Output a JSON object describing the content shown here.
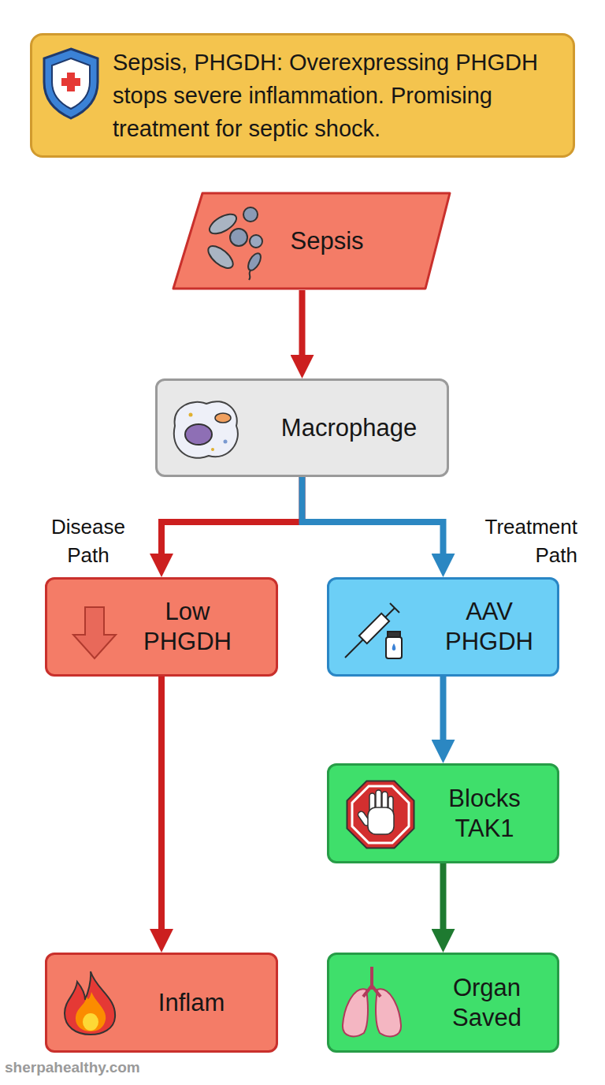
{
  "diagram": {
    "title": "Sepsis, PHGDH: Overexpressing PHGDH stops severe inflammation. Promising treatment for septic shock.",
    "nodes": [
      {
        "text": [
          "Sepsis"
        ]
      },
      {
        "text": [
          "Macrophage"
        ]
      },
      {
        "text": [
          "Low PHGDH"
        ]
      },
      {
        "text": [
          "AAV PHGDH"
        ]
      },
      {
        "text": [
          "Blocks TAK1"
        ]
      },
      {
        "text": [
          "Inflam"
        ]
      },
      {
        "text": [
          "Organ Saved"
        ]
      }
    ],
    "edges": [
      {
        "from": 0,
        "to": 1,
        "arrow": "to"
      },
      {
        "from": 1,
        "to": 2,
        "label": "Disease Path",
        "arrow": "to"
      },
      {
        "from": 1,
        "to": 3,
        "label": "Treatment Path",
        "arrow": "to"
      },
      {
        "from": 2,
        "to": 5,
        "arrow": "to"
      },
      {
        "from": 3,
        "to": 4,
        "arrow": "to"
      },
      {
        "from": 4,
        "to": 6,
        "arrow": "to"
      }
    ],
    "labels": [
      "sherpahealthy.com"
    ]
  }
}
